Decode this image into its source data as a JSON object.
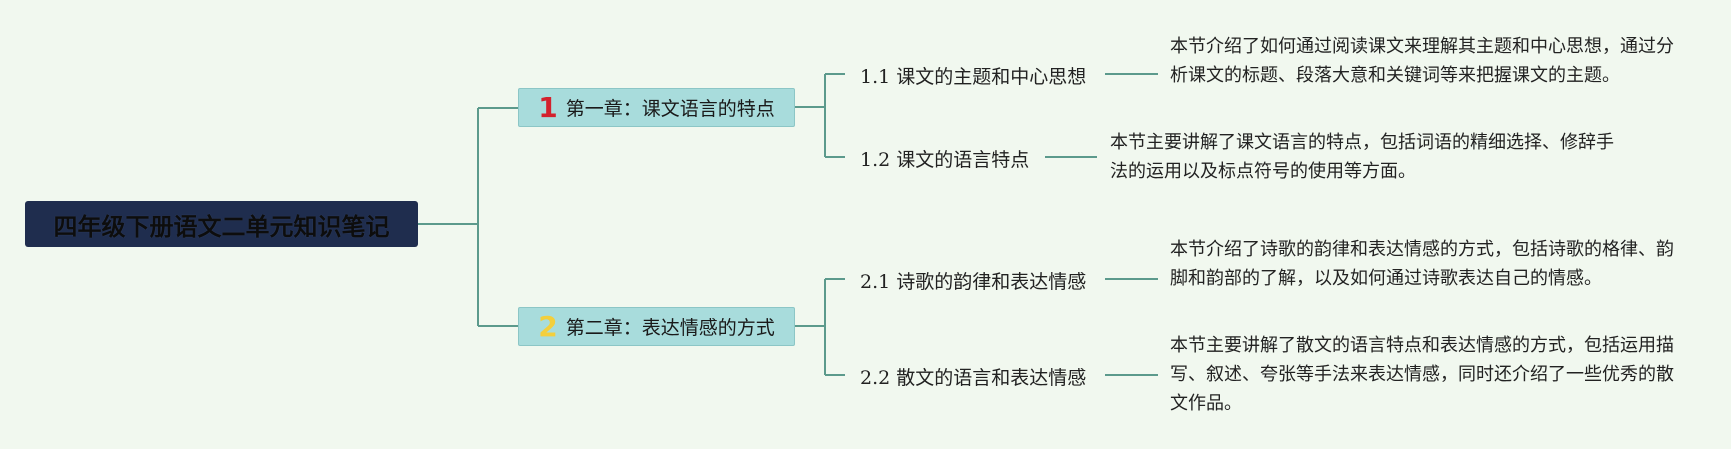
{
  "root": {
    "title": "四年级下册语文二单元知识笔记"
  },
  "colors": {
    "background": "#f1f8ef",
    "root_fill": "#1f2d4e",
    "chapter_fill": "#a8dcdc",
    "connector": "#5c9a8c",
    "chapter1_number": "#d3212d",
    "chapter2_number": "#f3cf3d"
  },
  "chapters": [
    {
      "number": "1",
      "title": "第一章：课文语言的特点",
      "sections": [
        {
          "title": "1.1 课文的主题和中心思想",
          "desc": "本节介绍了如何通过阅读课文来理解其主题和中心思想，通过分析课文的标题、段落大意和关键词等来把握课文的主题。"
        },
        {
          "title": "1.2 课文的语言特点",
          "desc": "本节主要讲解了课文语言的特点，包括词语的精细选择、修辞手法的运用以及标点符号的使用等方面。"
        }
      ]
    },
    {
      "number": "2",
      "title": "第二章：表达情感的方式",
      "sections": [
        {
          "title": "2.1 诗歌的韵律和表达情感",
          "desc": "本节介绍了诗歌的韵律和表达情感的方式，包括诗歌的格律、韵脚和韵部的了解，以及如何通过诗歌表达自己的情感。"
        },
        {
          "title": "2.2 散文的语言和表达情感",
          "desc": "本节主要讲解了散文的语言特点和表达情感的方式，包括运用描写、叙述、夸张等手法来表达情感，同时还介绍了一些优秀的散文作品。"
        }
      ]
    }
  ]
}
